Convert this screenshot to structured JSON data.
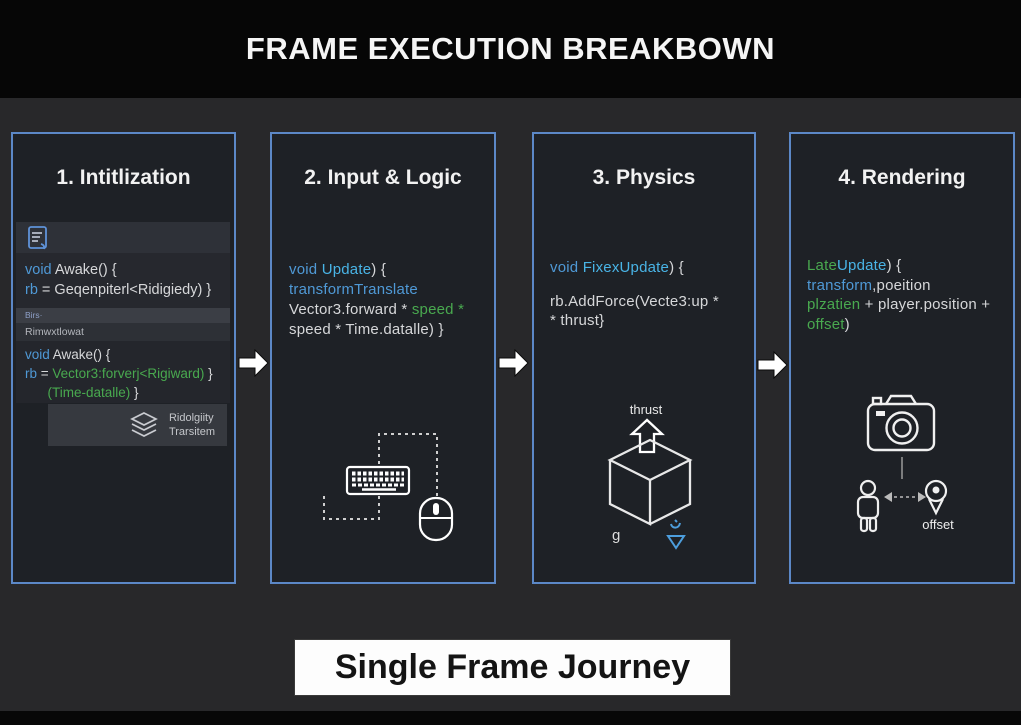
{
  "slide": {
    "title": "FRAME EXECUTION BREAKBOWN",
    "footer_label": "Single Frame Journey"
  },
  "colors": {
    "panel_border": "#5c88c7",
    "code_blue": "#4f99d6",
    "code_cyan": "#49b4e6",
    "code_green": "#49a94f",
    "arrow_blue": "#4d9edd"
  },
  "panels": {
    "p1": {
      "title": "1. Intitlization",
      "tab_small": "Birs·",
      "tab_file": "Rimwxtlowat",
      "code1": [
        [
          {
            "t": "void ",
            "c": "b"
          },
          {
            "t": "Awake() {",
            "c": "w"
          }
        ],
        [
          {
            "t": "rb ",
            "c": "b"
          },
          {
            "t": "= Geqenpiterl<Ridigiedy) }",
            "c": "w"
          }
        ]
      ],
      "code2": [
        [
          {
            "t": "void ",
            "c": "b"
          },
          {
            "t": "Awake() {",
            "c": "w"
          }
        ],
        [
          {
            "t": "rb ",
            "c": "b"
          },
          {
            "t": "= ",
            "c": "w"
          },
          {
            "t": "Vector3:forverj<Rigiward)",
            "c": "g"
          },
          {
            "t": " }",
            "c": "w"
          }
        ],
        [
          {
            "t": "      ",
            "c": "w"
          },
          {
            "t": "(Time-datalle)",
            "c": "g"
          },
          {
            "t": " }",
            "c": "w"
          }
        ]
      ],
      "component_box": {
        "label1": "Ridolgiity",
        "label2": "Trarsitem"
      }
    },
    "p2": {
      "title": "2. Input & Logic",
      "code": [
        [
          {
            "t": "void ",
            "c": "b"
          },
          {
            "t": "Update",
            "c": "c"
          },
          {
            "t": ") {",
            "c": "w"
          }
        ],
        [
          {
            "t": "transformTranslate",
            "c": "b"
          }
        ],
        [
          {
            "t": "Vector3.forward * ",
            "c": "w"
          },
          {
            "t": "speed",
            "c": "g"
          },
          {
            "t": " *",
            "c": "g"
          }
        ],
        [
          {
            "t": "speed * Time.datalle) }",
            "c": "w"
          }
        ]
      ]
    },
    "p3": {
      "title": "3. Physics",
      "code_a": [
        [
          {
            "t": "void ",
            "c": "b"
          },
          {
            "t": "FixexUpdate",
            "c": "c"
          },
          {
            "t": ") {",
            "c": "w"
          }
        ]
      ],
      "code_b": [
        [
          {
            "t": "rb.AddForce(Vecte3:up *",
            "c": "w"
          }
        ],
        [
          {
            "t": "* thrust}",
            "c": "w"
          }
        ]
      ],
      "labels": {
        "thrust": "thrust",
        "gravity": "g"
      }
    },
    "p4": {
      "title": "4. Rendering",
      "code": [
        [
          {
            "t": "Late",
            "c": "g"
          },
          {
            "t": "Update",
            "c": "c"
          },
          {
            "t": ") {",
            "c": "w"
          }
        ],
        [
          {
            "t": "transform",
            "c": "b"
          },
          {
            "t": ",poeition",
            "c": "w"
          }
        ],
        [
          {
            "t": "plzatien",
            "c": "g"
          },
          {
            "t": " + player.position +",
            "c": "w"
          }
        ],
        [
          {
            "t": "offset",
            "c": "g"
          },
          {
            "t": ")",
            "c": "w"
          }
        ]
      ],
      "labels": {
        "offset": "offset"
      }
    }
  }
}
